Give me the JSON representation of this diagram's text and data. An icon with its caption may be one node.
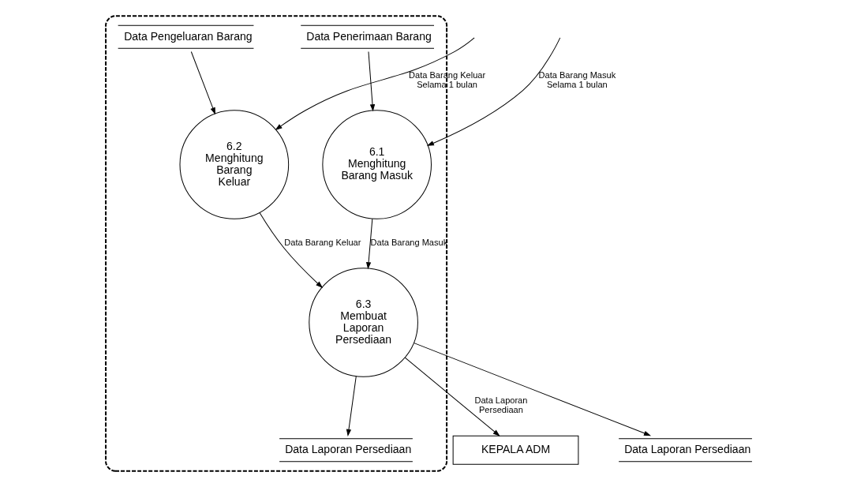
{
  "diagram": {
    "nodes": [
      {
        "text": [],
        "shape": "boundary"
      },
      {
        "text": [
          "Data Penerimaan Barang"
        ],
        "in": 0
      },
      {
        "text": [
          "Data Pengeluaran Barang"
        ],
        "in": 0
      },
      {
        "text": [
          "6.1",
          "Menghitung Barang Masuk"
        ],
        "in": 0
      },
      {
        "text": [
          "6.2",
          "Menghitung Barang Keluar"
        ],
        "in": 0
      },
      {
        "text": [
          "6.3",
          "Membuat Laporan Persediaan"
        ],
        "in": 0
      },
      {
        "text": [
          "Data Laporan Persediaan"
        ],
        "in": 0
      },
      {
        "text": [
          "Data Laporan Persediaan"
        ]
      },
      {
        "text": [
          "KEPALA ADM"
        ]
      }
    ],
    "edges": [
      {
        "from": 1,
        "to": 3,
        "arrow": "to"
      },
      {
        "from": 2,
        "to": 4,
        "arrow": "to"
      },
      {
        "from": null,
        "to": 3,
        "arrow": "to",
        "label": "Data Barang Masuk Selama 1 bulan"
      },
      {
        "from": null,
        "to": 4,
        "arrow": "to",
        "label": "Data Barang Keluar Selama 1 bulan"
      },
      {
        "from": 3,
        "to": 5,
        "arrow": "to",
        "label": "Data Barang Masuk"
      },
      {
        "from": 4,
        "to": 5,
        "arrow": "to",
        "label": "Data Barang Keluar"
      },
      {
        "from": 5,
        "to": 8,
        "arrow": "to",
        "label": "Data Laporan Persediaan"
      },
      {
        "from": 5,
        "to": 6,
        "arrow": "to"
      },
      {
        "from": 5,
        "to": 7,
        "arrow": "to"
      }
    ]
  }
}
